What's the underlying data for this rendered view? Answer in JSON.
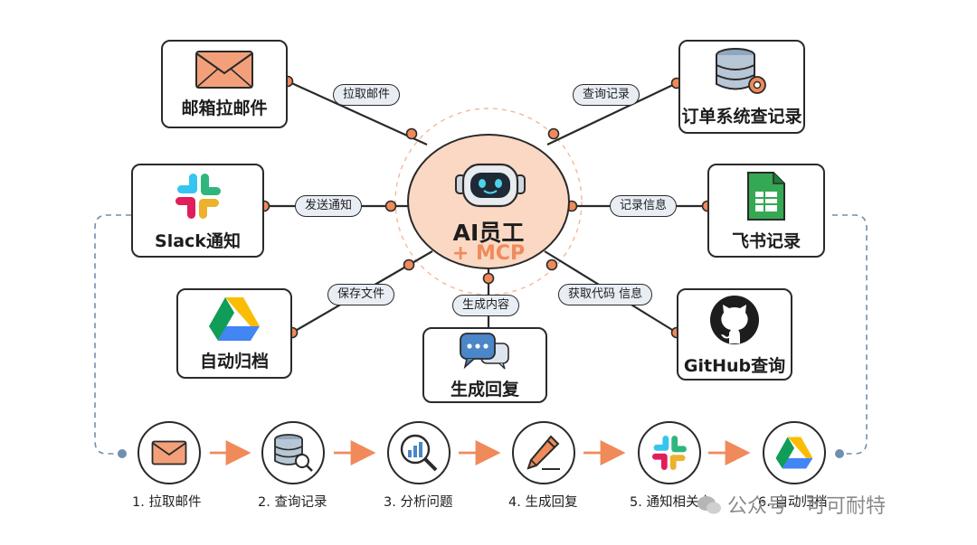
{
  "hub": {
    "title": "AI员工",
    "subtitle": "+ MCP"
  },
  "nodes": {
    "email": {
      "label": "邮箱拉邮件"
    },
    "orders": {
      "label": "订单系统查记录"
    },
    "slack": {
      "label": "Slack通知"
    },
    "feishu": {
      "label": "飞书记录"
    },
    "drive": {
      "label": "自动归档"
    },
    "github": {
      "label": "GitHub查询"
    },
    "reply": {
      "label": "生成回复"
    }
  },
  "edges": {
    "email": "拉取邮件",
    "orders": "查询记录",
    "slack": "发送通知",
    "feishu": "记录信息",
    "drive": "保存文件",
    "reply": "生成内容",
    "github": "获取代码 信息"
  },
  "steps": [
    {
      "label": "1. 拉取邮件",
      "icon": "envelope-icon"
    },
    {
      "label": "2. 查询记录",
      "icon": "database-search-icon"
    },
    {
      "label": "3. 分析问题",
      "icon": "analytics-magnifier-icon"
    },
    {
      "label": "4. 生成回复",
      "icon": "pencil-icon"
    },
    {
      "label": "5. 通知相关人",
      "icon": "slack-icon"
    },
    {
      "label": "6. 自动归档",
      "icon": "google-drive-icon"
    }
  ],
  "watermark": "公众号 · 可可耐特",
  "colors": {
    "accent": "#f08a5a",
    "hub_fill": "#fad8c3",
    "pill_fill": "#e9eef5",
    "outline": "#2a2a2a"
  }
}
